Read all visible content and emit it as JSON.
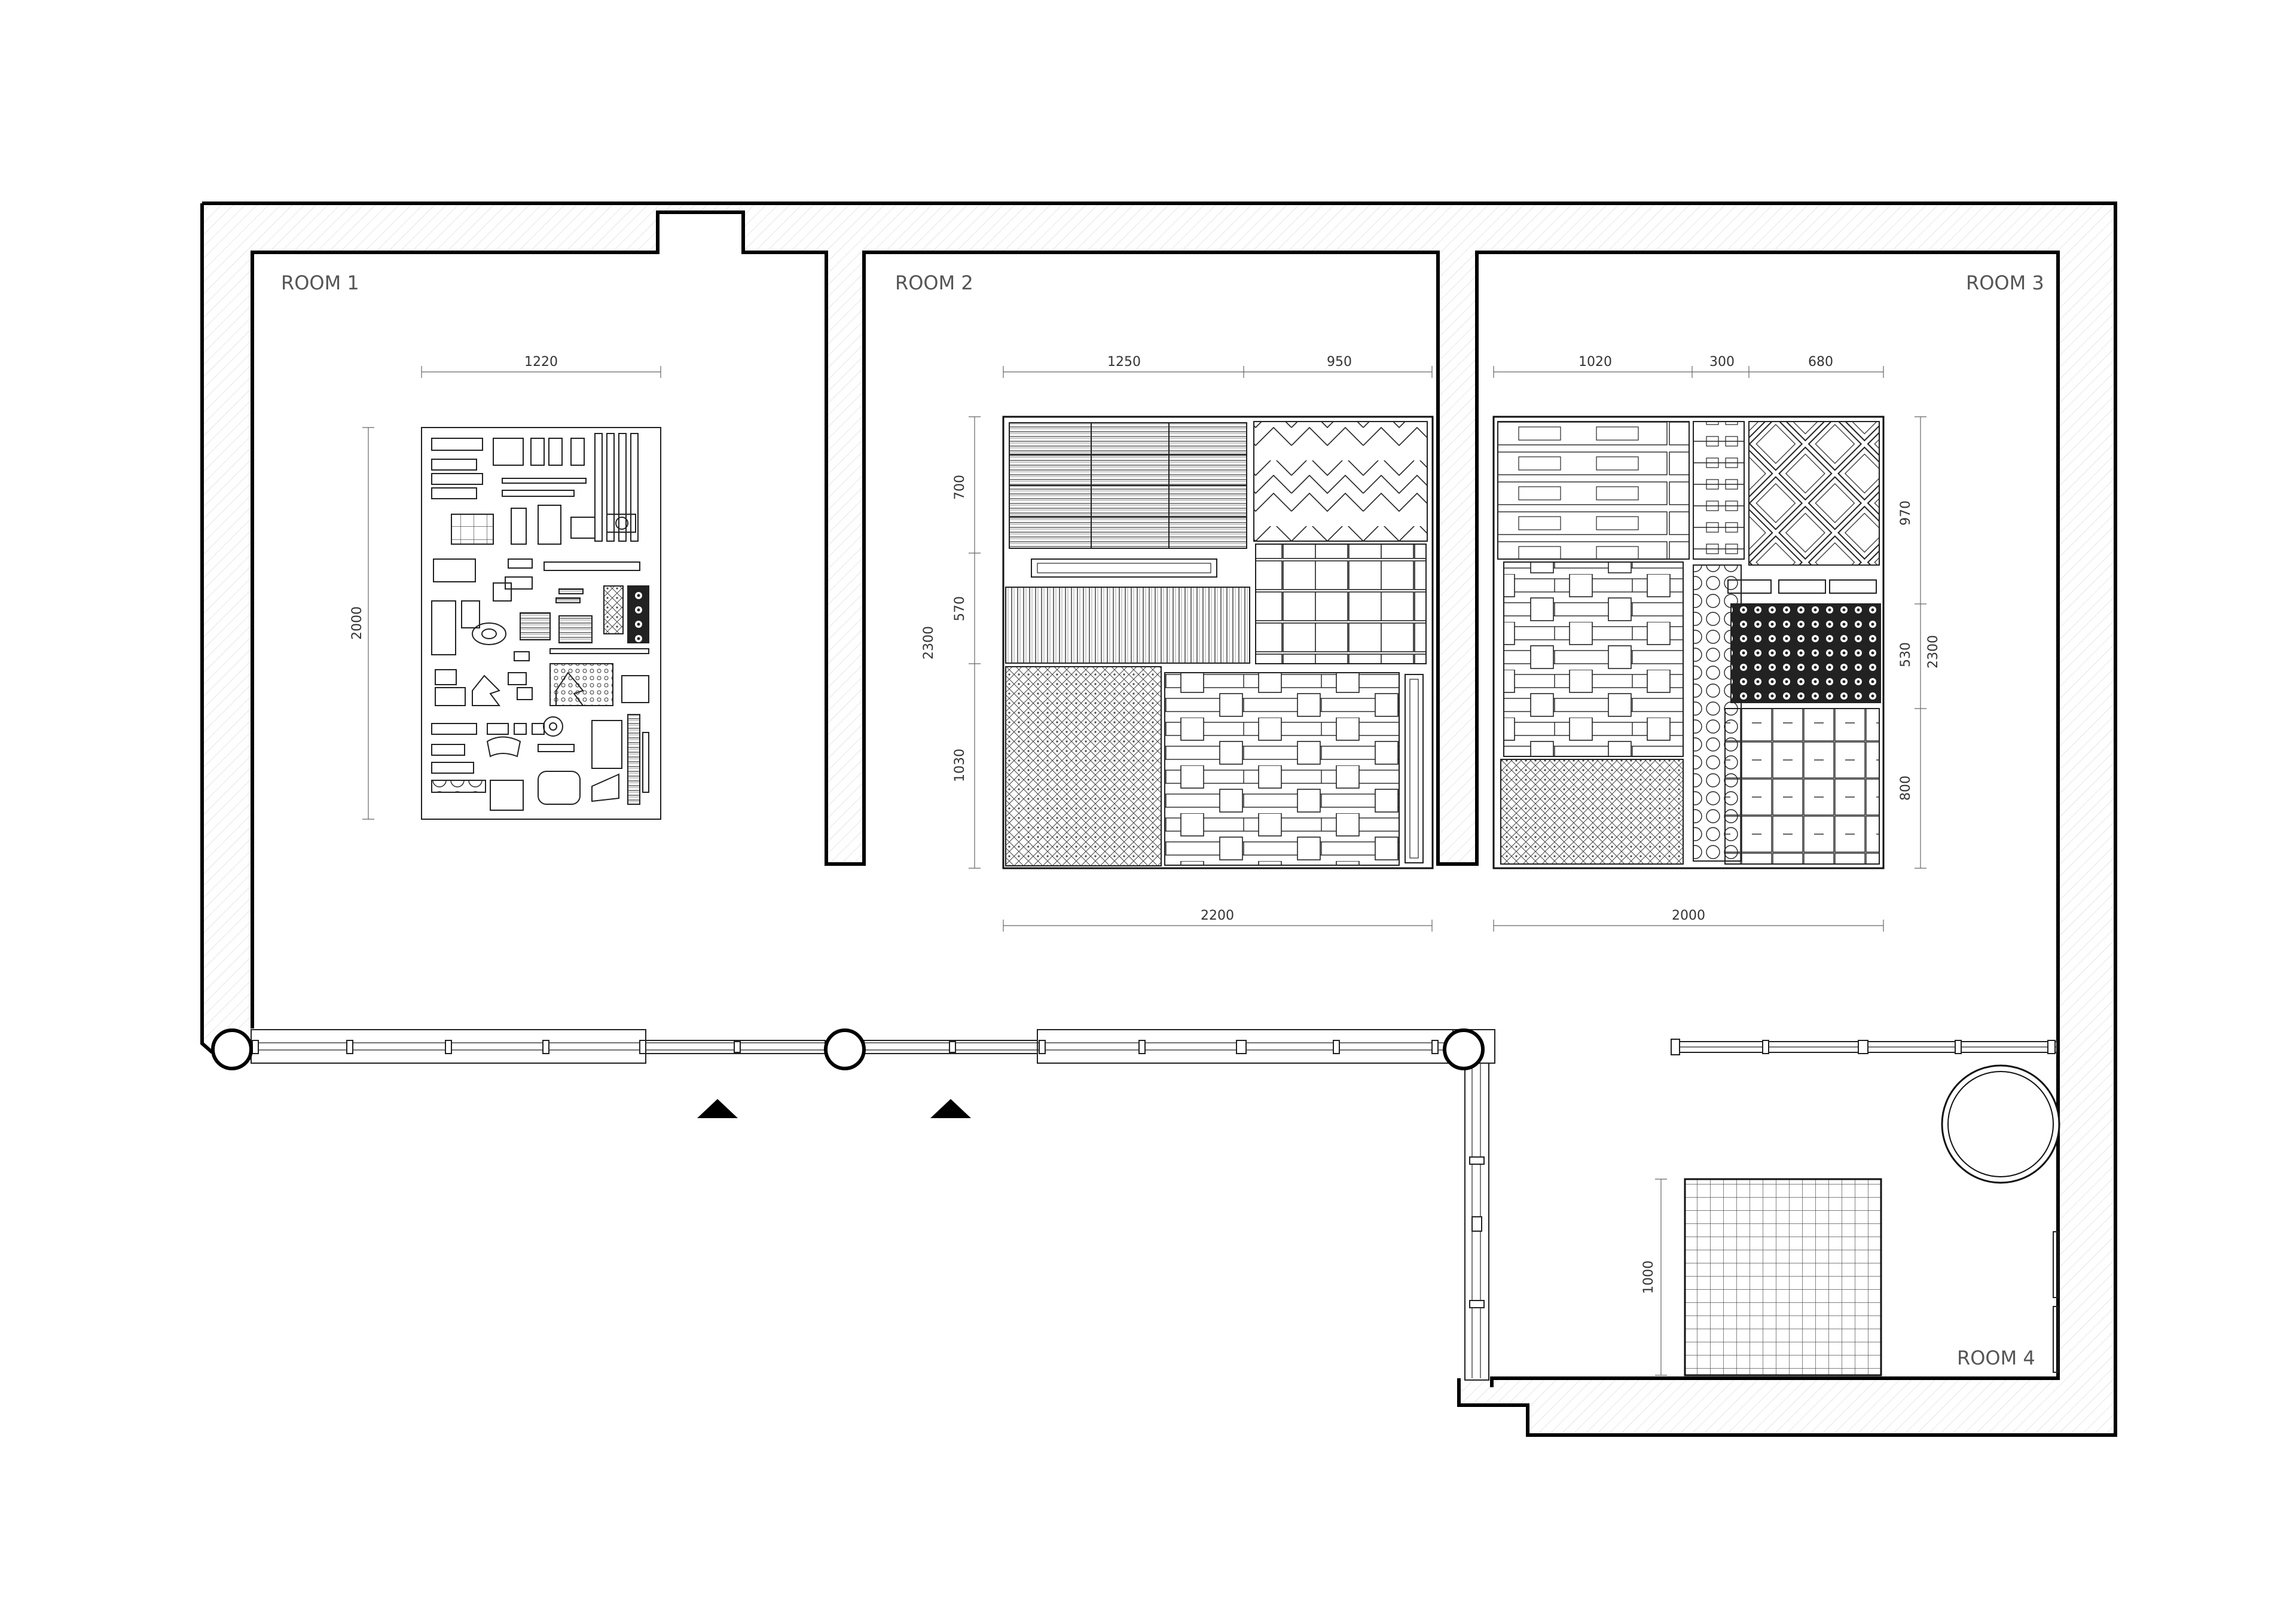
{
  "rooms": [
    {
      "label": "ROOM 1"
    },
    {
      "label": "ROOM 2"
    },
    {
      "label": "ROOM 3"
    },
    {
      "label": "ROOM 4"
    }
  ],
  "dimensions": {
    "room1": {
      "width": "1220",
      "height": "2000"
    },
    "room2": {
      "top_a": "1250",
      "top_b": "950",
      "left_a": "700",
      "left_b": "570",
      "left_c": "1030",
      "left_total": "2300",
      "bottom": "2200"
    },
    "room3": {
      "top_a": "1020",
      "top_b": "300",
      "top_c": "680",
      "right_a": "970",
      "right_b": "530",
      "right_c": "800",
      "right_total": "2300",
      "bottom": "2000"
    },
    "room4": {
      "grid": "1000"
    }
  },
  "colors": {
    "line": "#000000",
    "label": "#555555"
  }
}
